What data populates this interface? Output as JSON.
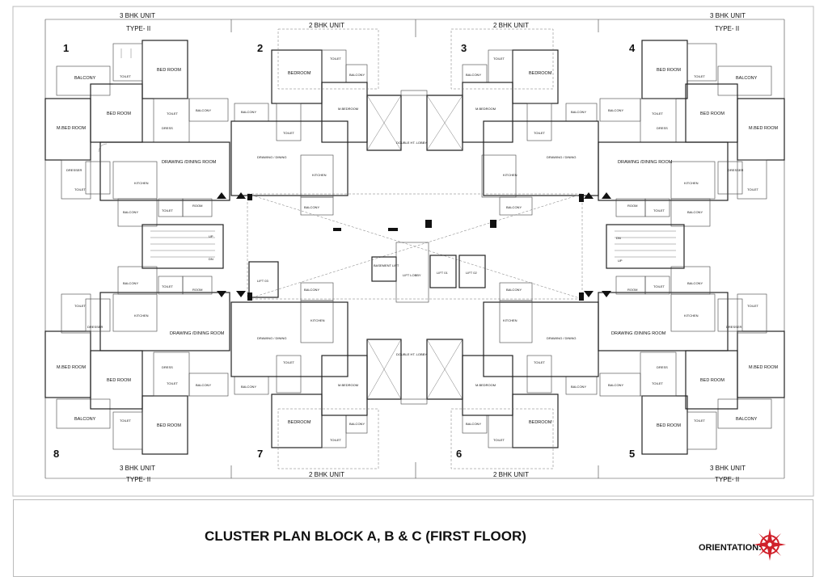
{
  "drawing": {
    "title": "CLUSTER PLAN BLOCK A, B & C (FIRST FLOOR)",
    "orientation_label": "ORIENTATION:",
    "accent_color": "#d0202a"
  },
  "unit_labels": {
    "bhk3": "3 BHK UNIT",
    "bhk2": "2 BHK UNIT",
    "type2": "TYPE- II"
  },
  "unit_numbers": [
    "1",
    "2",
    "3",
    "4",
    "5",
    "6",
    "7",
    "8"
  ],
  "rooms": {
    "balcony": "BALCONY",
    "toilet": "TOILET",
    "bedroom": "BED ROOM",
    "bedroom2": "BEDROOM",
    "mbedroom": "M.BED ROOM",
    "mbedroom2": "M.BEDROOM",
    "dress": "DRESS",
    "dresser": "DRESSER",
    "drawing_dining_room": "DRAWING /DINING ROOM",
    "drawing_dining": "DRAWING / DINING",
    "kitchen": "KITCHEN",
    "room": "ROOM",
    "double_ht_lobby": "DOUBLE HT. LOBBY",
    "lift_lobby": "LIFT LOBBY",
    "lift01": "LIFT 01",
    "lift02": "LIFT 02",
    "lift03": "LIFT 03",
    "basement_lift": "BASEMENT LIFT",
    "up": "UP",
    "dn": "DN"
  }
}
